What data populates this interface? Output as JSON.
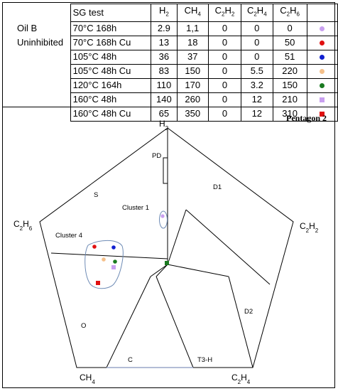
{
  "table": {
    "header": {
      "test": "SG test",
      "cols": [
        {
          "base": "H",
          "sub": "2"
        },
        {
          "base": "CH",
          "sub": "4"
        },
        {
          "base": "C",
          "sub": "2",
          "base2": "H",
          "sub2": "2"
        },
        {
          "base": "C",
          "sub": "2",
          "base2": "H",
          "sub2": "4"
        },
        {
          "base": "C",
          "sub": "2",
          "base2": "H",
          "sub2": "6"
        }
      ]
    },
    "rows": [
      {
        "label": "Oil B",
        "test": "70°C 168h",
        "h2": "2.9",
        "ch4": "1,1",
        "c2h2": "0",
        "c2h4": "0",
        "c2h6": "0",
        "marker": "dot",
        "color": "#c9a0f0"
      },
      {
        "label": "Uninhibited",
        "test": "70°C 168h Cu",
        "h2": "13",
        "ch4": "18",
        "c2h2": "0",
        "c2h4": "0",
        "c2h6": "50",
        "marker": "dot",
        "color": "#e01010"
      },
      {
        "label": "",
        "test": "105°C 48h",
        "h2": "36",
        "ch4": "37",
        "c2h2": "0",
        "c2h4": "0",
        "c2h6": "51",
        "marker": "dot",
        "color": "#1020d0"
      },
      {
        "label": "",
        "test": "105°C 48h Cu",
        "h2": "83",
        "ch4": "150",
        "c2h2": "0",
        "c2h4": "5.5",
        "c2h6": "220",
        "marker": "dot",
        "color": "#f5c08a"
      },
      {
        "label": "",
        "test": "120°C 164h",
        "h2": "110",
        "ch4": "170",
        "c2h2": "0",
        "c2h4": "3.2",
        "c2h6": "150",
        "marker": "dot",
        "color": "#1a7a20"
      },
      {
        "label": "",
        "test": "160°C 48h",
        "h2": "140",
        "ch4": "260",
        "c2h2": "0",
        "c2h4": "12",
        "c2h6": "210",
        "marker": "square",
        "color": "#c9a0f0"
      },
      {
        "label": "",
        "test": "160°C 48h Cu",
        "h2": "65",
        "ch4": "350",
        "c2h2": "0",
        "c2h4": "12",
        "c2h6": "310",
        "marker": "square",
        "color": "#e01010"
      }
    ]
  },
  "diagram": {
    "title": "Pentagon 2",
    "vertices": {
      "h2": {
        "base": "H",
        "sub": "2"
      },
      "c2h6": {
        "base": "C",
        "sub": "2",
        "base2": "H",
        "sub2": "6"
      },
      "c2h2": {
        "base": "C",
        "sub": "2",
        "base2": "H",
        "sub2": "2"
      },
      "ch4": {
        "base": "CH",
        "sub": "4"
      },
      "c2h4": {
        "base": "C",
        "sub": "2",
        "base2": "H",
        "sub2": "4"
      }
    },
    "zones": {
      "pd": "PD",
      "s": "S",
      "d1": "D1",
      "d2": "D2",
      "o": "O",
      "c": "C",
      "t3h": "T3-H"
    },
    "clusters": {
      "c1": "Cluster 1",
      "c4": "Cluster 4"
    },
    "colors": {
      "cluster_outline": "#6e8bb5",
      "lines": "#000000"
    }
  }
}
